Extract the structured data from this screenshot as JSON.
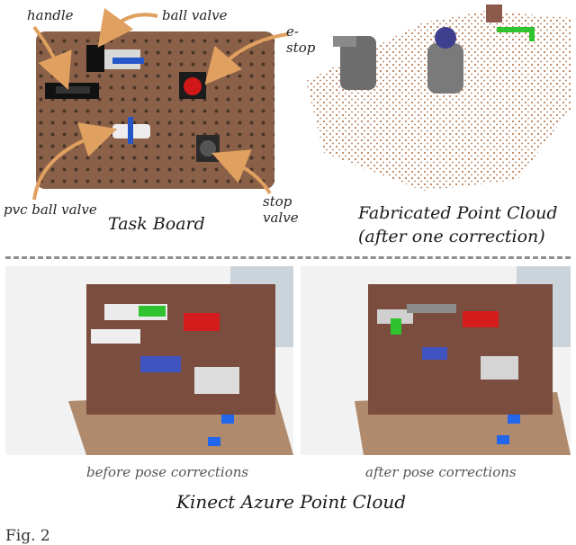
{
  "figure": {
    "top_left": {
      "caption": "Task Board",
      "callouts": {
        "handle": "handle",
        "ball_valve": "ball valve",
        "e_stop": "e-stop",
        "pvc_ball_valve": "pvc ball valve",
        "stop_valve": "stop valve"
      }
    },
    "top_right": {
      "caption_line1": "Fabricated Point Cloud",
      "caption_line2": "(after one correction)"
    },
    "bottom": {
      "left_caption": "before pose corrections",
      "right_caption": "after pose corrections",
      "main_caption": "Kinect Azure Point Cloud"
    },
    "fig_label": "Fig. 2"
  },
  "colors": {
    "arrow": "#e0a060",
    "board": "#8a6148",
    "highlight_green": "#2fc42f"
  }
}
